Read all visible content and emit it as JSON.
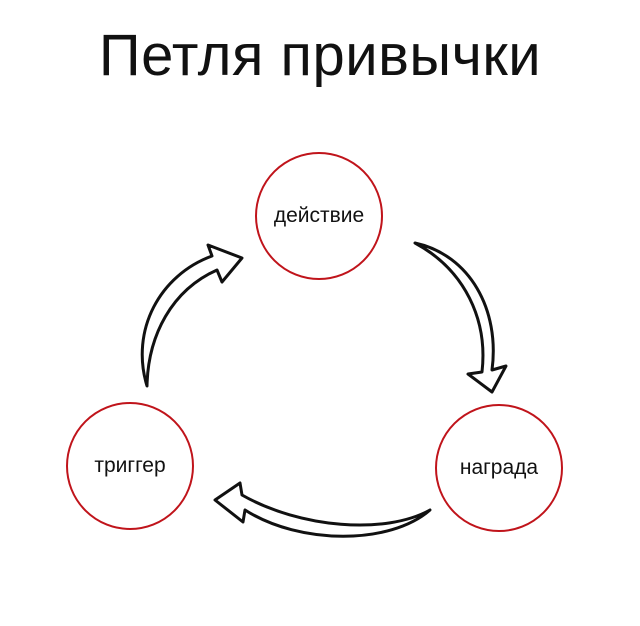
{
  "title": "Петля привычки",
  "nodes": {
    "action": "действие",
    "reward": "награда",
    "trigger": "триггер"
  },
  "colors": {
    "circle_stroke": "#c0141b",
    "text": "#111111"
  }
}
